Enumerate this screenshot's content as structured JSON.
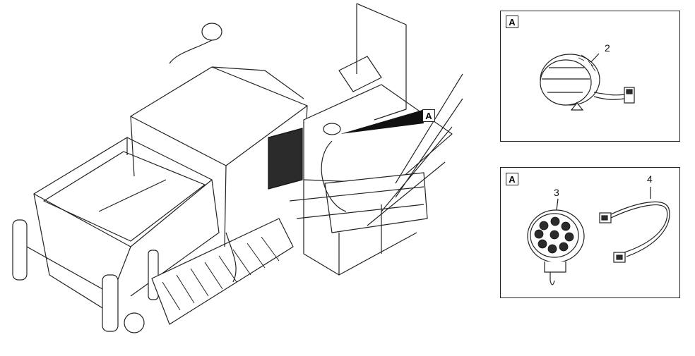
{
  "main_callout": {
    "label": "A"
  },
  "detail_top": {
    "tag": "A",
    "items": [
      {
        "number": "2"
      }
    ]
  },
  "detail_bottom": {
    "tag": "A",
    "items": [
      {
        "number": "3"
      },
      {
        "number": "4"
      }
    ]
  },
  "colors": {
    "line": "#222222",
    "fill": "#ffffff",
    "dark": "#2b2b2b"
  }
}
